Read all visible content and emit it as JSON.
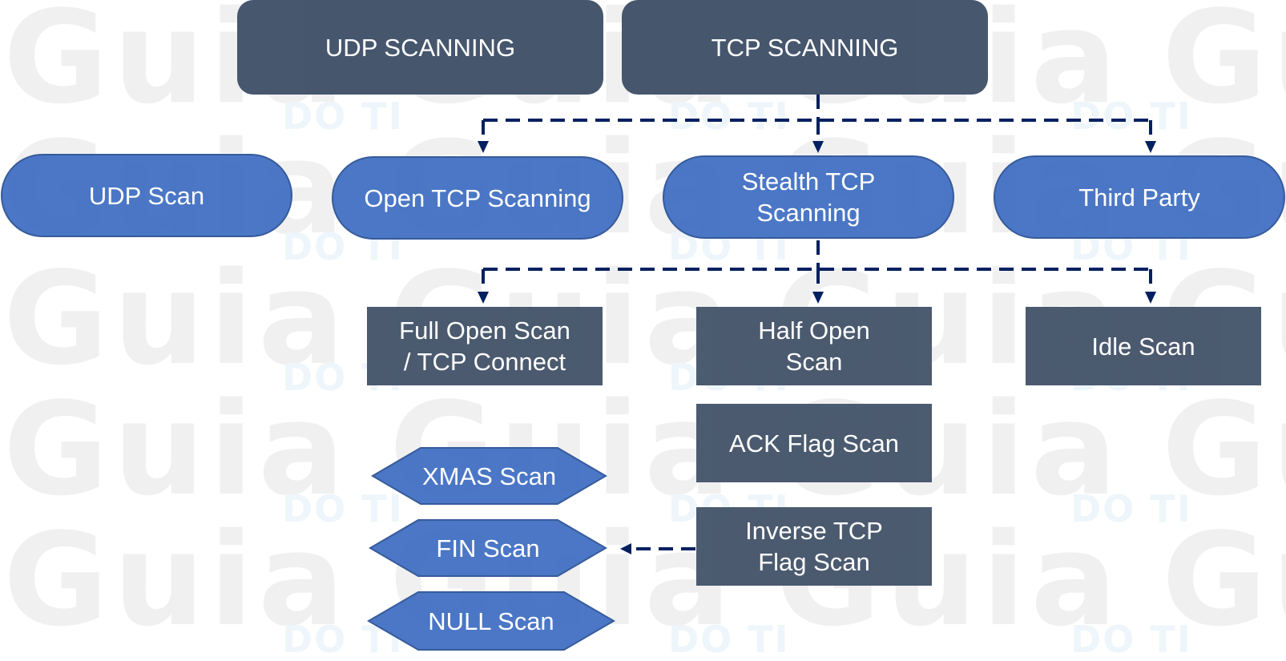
{
  "watermark": {
    "large_text": "Guia",
    "small_text": "DO TI"
  },
  "colors": {
    "header_fill": "#3f5068",
    "pill_fill": "#4472c4",
    "pill_border": "#2f5597",
    "rect_fill": "#44546a",
    "connector": "#002060",
    "text": "#ffffff"
  },
  "headers": {
    "udp": "UDP SCANNING",
    "tcp": "TCP SCANNING"
  },
  "categories": {
    "udp_scan": "UDP Scan",
    "open_tcp": "Open TCP Scanning",
    "stealth_tcp": "Stealth TCP\nScanning",
    "third_party": "Third Party"
  },
  "techniques": {
    "full_open": "Full Open Scan\n/ TCP Connect",
    "half_open": "Half Open\nScan",
    "idle": "Idle Scan",
    "ack_flag": "ACK Flag Scan",
    "inverse_tcp": "Inverse TCP\nFlag Scan"
  },
  "inverse_variants": [
    {
      "label": "XMAS Scan"
    },
    {
      "label": "FIN Scan"
    },
    {
      "label": "NULL Scan"
    }
  ]
}
